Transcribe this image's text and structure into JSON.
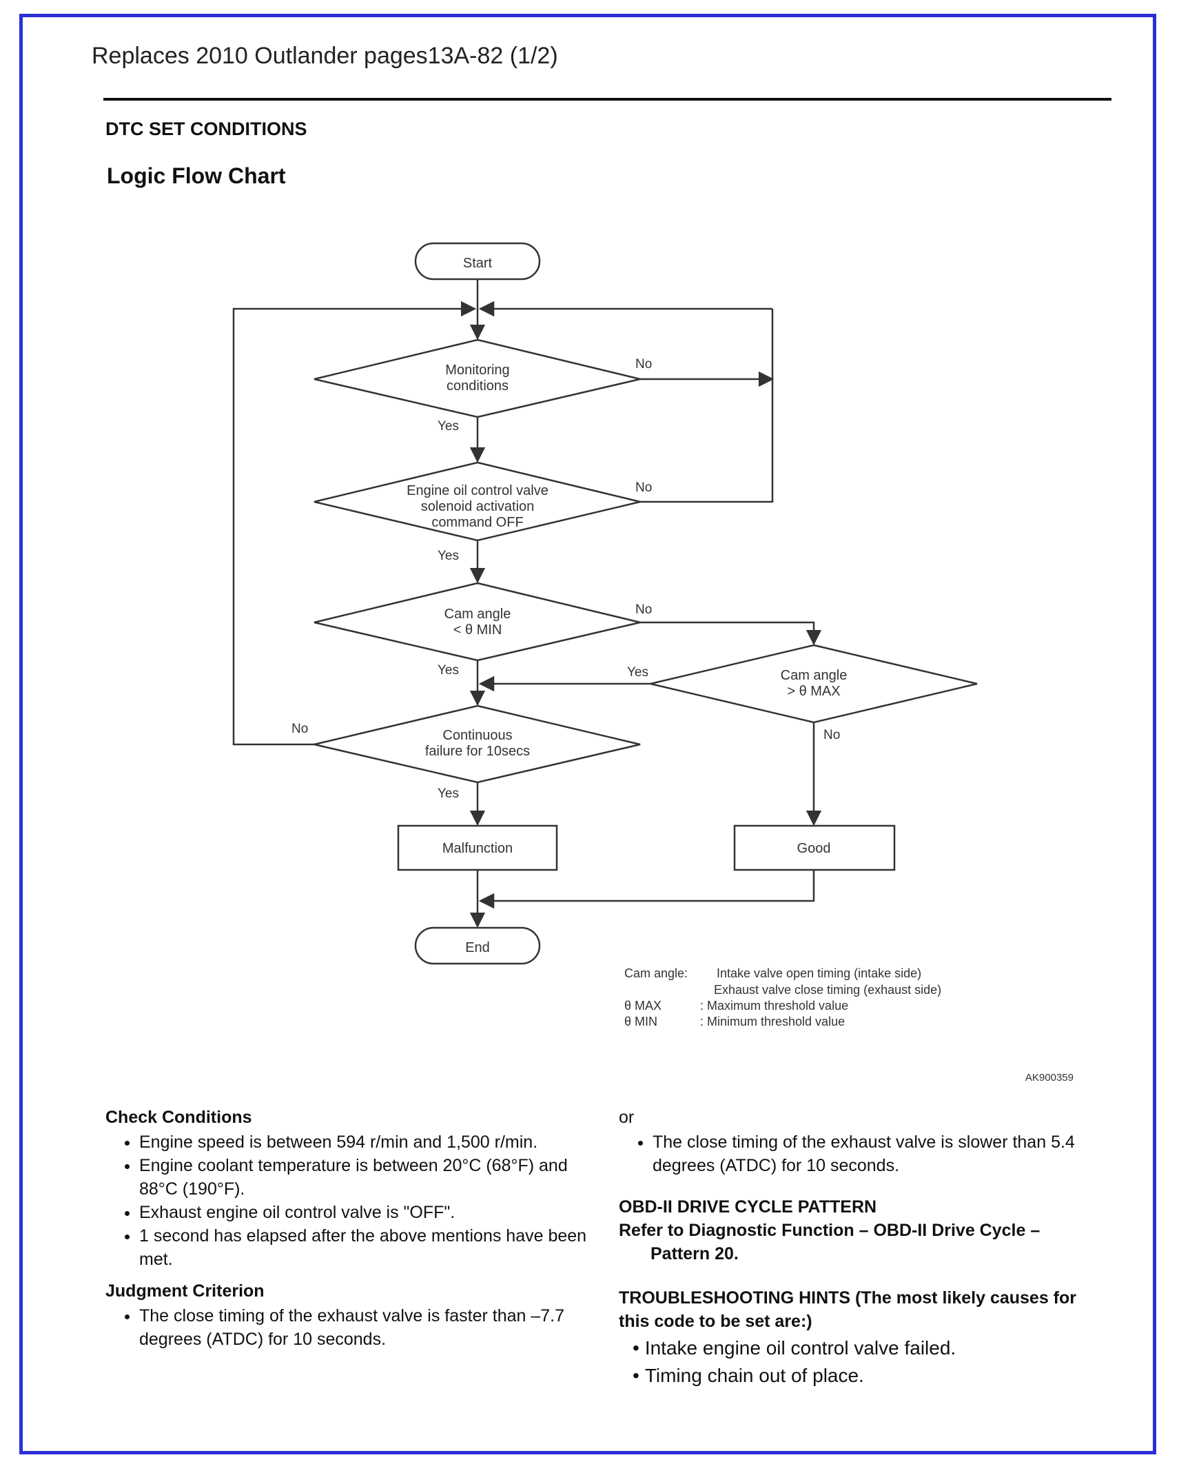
{
  "header": "Replaces 2010 Outlander pages13A-82 (1/2)",
  "section_title": "DTC SET CONDITIONS",
  "subsection_title": "Logic Flow Chart",
  "flowchart": {
    "start": "Start",
    "end": "End",
    "monitoring": [
      "Monitoring",
      "conditions"
    ],
    "solenoid": [
      "Engine oil control valve",
      "solenoid activation",
      "command OFF"
    ],
    "cam_min": [
      "Cam angle",
      "< θ MIN"
    ],
    "cam_max": [
      "Cam angle",
      "> θ MAX"
    ],
    "continuous": [
      "Continuous",
      "failure for 10secs"
    ],
    "malfunction": "Malfunction",
    "good": "Good",
    "yes": "Yes",
    "no": "No"
  },
  "legend": {
    "cam_angle_key": "Cam angle:",
    "cam_angle_1": "Intake valve open timing (intake side)",
    "cam_angle_2": "Exhaust valve close timing (exhaust side)",
    "max_key": "θ MAX",
    "max_val": ": Maximum threshold value",
    "min_key": "θ MIN",
    "min_val": ": Minimum threshold value"
  },
  "figure_code": "AK900359",
  "check_conditions": {
    "title": "Check Conditions",
    "items": [
      "Engine speed is between 594 r/min and 1,500 r/min.",
      "Engine coolant temperature is between 20°C (68°F) and 88°C (190°F).",
      "Exhaust engine oil control valve is \"OFF\".",
      "1 second has elapsed after the above mentions have been met."
    ]
  },
  "judgment": {
    "title": "Judgment Criterion",
    "items": [
      "The close timing of the exhaust valve is faster than –7.7 degrees (ATDC) for 10 seconds."
    ],
    "or": "or",
    "items2": [
      "The close timing of the exhaust valve is slower than 5.4 degrees (ATDC) for 10 seconds."
    ]
  },
  "obd": {
    "title": "OBD-II DRIVE CYCLE PATTERN",
    "text": "Refer to Diagnostic Function – OBD-II Drive Cycle – Pattern 20."
  },
  "troubleshooting": {
    "title": "TROUBLESHOOTING HINTS (The most likely causes for this code to be set are:)",
    "items": [
      "Intake engine oil control valve failed.",
      "Timing chain out of place."
    ]
  }
}
